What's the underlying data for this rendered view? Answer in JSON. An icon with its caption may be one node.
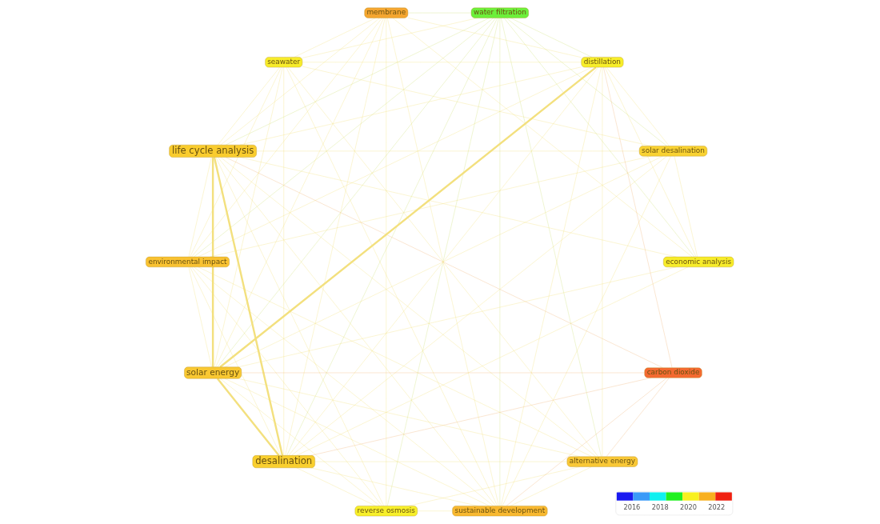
{
  "diagram": {
    "nodes": [
      {
        "text": [
          "seawater"
        ]
      },
      {
        "text": [
          "environmental impact"
        ]
      },
      {
        "text": [
          "water filtration"
        ]
      },
      {
        "text": [
          "reverse osmosis"
        ]
      },
      {
        "text": [
          "solar desalination"
        ]
      },
      {
        "text": [
          "desalination"
        ]
      },
      {
        "text": [
          "sustainable development"
        ]
      },
      {
        "text": [
          "life cycle analysis"
        ]
      },
      {
        "text": [
          "membrane"
        ]
      },
      {
        "text": [
          "alternative energy"
        ]
      },
      {
        "text": [
          "economic analysis"
        ]
      },
      {
        "text": [
          "carbon dioxide"
        ]
      },
      {
        "text": [
          "solar energy"
        ]
      },
      {
        "text": [
          "distillation"
        ]
      }
    ],
    "edges": [
      {
        "from": 0,
        "to": 1,
        "arrow": "none"
      },
      {
        "from": 0,
        "to": 2,
        "arrow": "none"
      },
      {
        "from": 0,
        "to": 4,
        "arrow": "none"
      },
      {
        "from": 0,
        "to": 5,
        "arrow": "none"
      },
      {
        "from": 0,
        "to": 6,
        "arrow": "none"
      },
      {
        "from": 0,
        "to": 7,
        "arrow": "none"
      },
      {
        "from": 0,
        "to": 8,
        "arrow": "none"
      },
      {
        "from": 0,
        "to": 9,
        "arrow": "none"
      },
      {
        "from": 0,
        "to": 12,
        "arrow": "none"
      },
      {
        "from": 0,
        "to": 13,
        "arrow": "none"
      },
      {
        "from": 1,
        "to": 2,
        "arrow": "none",
        "color": "#cfe27a"
      },
      {
        "from": 1,
        "to": 3,
        "arrow": "none"
      },
      {
        "from": 1,
        "to": 4,
        "arrow": "none"
      },
      {
        "from": 1,
        "to": 5,
        "arrow": "none"
      },
      {
        "from": 1,
        "to": 6,
        "arrow": "none"
      },
      {
        "from": 1,
        "to": 7,
        "arrow": "none"
      },
      {
        "from": 1,
        "to": 8,
        "arrow": "none"
      },
      {
        "from": 1,
        "to": 9,
        "arrow": "none"
      },
      {
        "from": 1,
        "to": 12,
        "arrow": "none"
      },
      {
        "from": 1,
        "to": 13,
        "arrow": "none"
      },
      {
        "from": 2,
        "to": 3,
        "arrow": "none",
        "color": "#cfe27a"
      },
      {
        "from": 2,
        "to": 4,
        "arrow": "none",
        "color": "#cfe27a"
      },
      {
        "from": 2,
        "to": 5,
        "arrow": "none",
        "color": "#cfe27a"
      },
      {
        "from": 2,
        "to": 6,
        "arrow": "none",
        "color": "#cfe27a"
      },
      {
        "from": 2,
        "to": 7,
        "arrow": "none",
        "color": "#cfe27a"
      },
      {
        "from": 2,
        "to": 8,
        "arrow": "none",
        "color": "#cfe27a"
      },
      {
        "from": 2,
        "to": 9,
        "arrow": "none",
        "color": "#cfe27a"
      },
      {
        "from": 2,
        "to": 10,
        "arrow": "none",
        "color": "#cfe27a"
      },
      {
        "from": 2,
        "to": 12,
        "arrow": "none",
        "color": "#cfe27a"
      },
      {
        "from": 2,
        "to": 13,
        "arrow": "none",
        "color": "#cfe27a"
      },
      {
        "from": 3,
        "to": 5,
        "arrow": "none"
      },
      {
        "from": 3,
        "to": 6,
        "arrow": "none"
      },
      {
        "from": 3,
        "to": 7,
        "arrow": "none"
      },
      {
        "from": 3,
        "to": 8,
        "arrow": "none"
      },
      {
        "from": 3,
        "to": 9,
        "arrow": "none"
      },
      {
        "from": 3,
        "to": 12,
        "arrow": "none"
      },
      {
        "from": 4,
        "to": 5,
        "arrow": "none"
      },
      {
        "from": 4,
        "to": 6,
        "arrow": "none"
      },
      {
        "from": 4,
        "to": 7,
        "arrow": "none"
      },
      {
        "from": 4,
        "to": 10,
        "arrow": "none"
      },
      {
        "from": 4,
        "to": 12,
        "arrow": "none"
      },
      {
        "from": 4,
        "to": 13,
        "arrow": "none"
      },
      {
        "from": 5,
        "to": 6,
        "arrow": "none"
      },
      {
        "from": 5,
        "to": 7,
        "arrow": "none",
        "style": "thick"
      },
      {
        "from": 5,
        "to": 8,
        "arrow": "none"
      },
      {
        "from": 5,
        "to": 9,
        "arrow": "none"
      },
      {
        "from": 5,
        "to": 10,
        "arrow": "none"
      },
      {
        "from": 5,
        "to": 11,
        "arrow": "none",
        "color": "#f0b67a"
      },
      {
        "from": 5,
        "to": 12,
        "arrow": "none",
        "style": "thick"
      },
      {
        "from": 5,
        "to": 13,
        "arrow": "none"
      },
      {
        "from": 6,
        "to": 7,
        "arrow": "none"
      },
      {
        "from": 6,
        "to": 8,
        "arrow": "none"
      },
      {
        "from": 6,
        "to": 9,
        "arrow": "none"
      },
      {
        "from": 6,
        "to": 11,
        "arrow": "none",
        "color": "#f0b67a"
      },
      {
        "from": 6,
        "to": 12,
        "arrow": "none"
      },
      {
        "from": 6,
        "to": 13,
        "arrow": "none"
      },
      {
        "from": 7,
        "to": 8,
        "arrow": "none"
      },
      {
        "from": 7,
        "to": 9,
        "arrow": "none"
      },
      {
        "from": 7,
        "to": 10,
        "arrow": "none"
      },
      {
        "from": 7,
        "to": 11,
        "arrow": "none",
        "color": "#f0b67a"
      },
      {
        "from": 7,
        "to": 12,
        "arrow": "none",
        "style": "thick"
      },
      {
        "from": 7,
        "to": 13,
        "arrow": "none"
      },
      {
        "from": 8,
        "to": 10,
        "arrow": "none"
      },
      {
        "from": 8,
        "to": 12,
        "arrow": "none"
      },
      {
        "from": 8,
        "to": 13,
        "arrow": "none"
      },
      {
        "from": 9,
        "to": 11,
        "arrow": "none",
        "color": "#f0b67a"
      },
      {
        "from": 9,
        "to": 12,
        "arrow": "none"
      },
      {
        "from": 9,
        "to": 13,
        "arrow": "none"
      },
      {
        "from": 10,
        "to": 12,
        "arrow": "none"
      },
      {
        "from": 10,
        "to": 13,
        "arrow": "none"
      },
      {
        "from": 11,
        "to": 12,
        "arrow": "none",
        "color": "#f0b67a"
      },
      {
        "from": 11,
        "to": 13,
        "arrow": "none",
        "color": "#f0b67a"
      },
      {
        "from": 12,
        "to": 13,
        "arrow": "none",
        "style": "thick"
      }
    ],
    "labels": [
      "2016",
      "2018",
      "2020",
      "2022"
    ]
  }
}
